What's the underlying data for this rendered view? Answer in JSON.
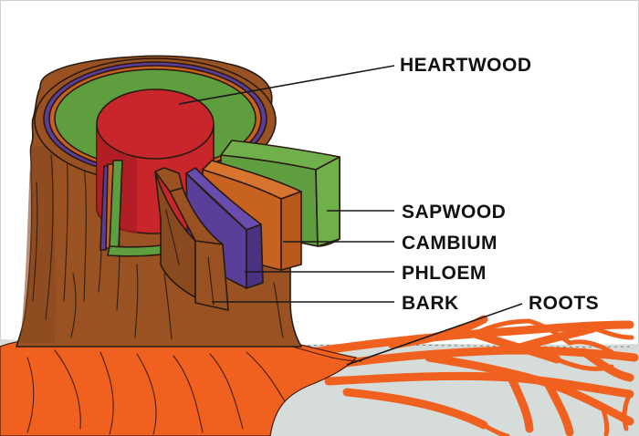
{
  "diagram": {
    "labels": {
      "heartwood": "HEARTWOOD",
      "sapwood": "SAPWOOD",
      "cambium": "CAMBIUM",
      "phloem": "PHLOEM",
      "bark": "BARK",
      "roots": "ROOTS"
    },
    "colors": {
      "background": "#ffffff",
      "ground": "#d6dcd9",
      "bark": "#9a5223",
      "bark_dark": "#6e3a17",
      "heartwood": "#c8262b",
      "heartwood_dark": "#8e181c",
      "sapwood": "#5e9e3f",
      "sapwood_light": "#6fb04b",
      "cambium": "#c8621f",
      "phloem": "#5b3d9a",
      "roots": "#f0611f"
    }
  }
}
